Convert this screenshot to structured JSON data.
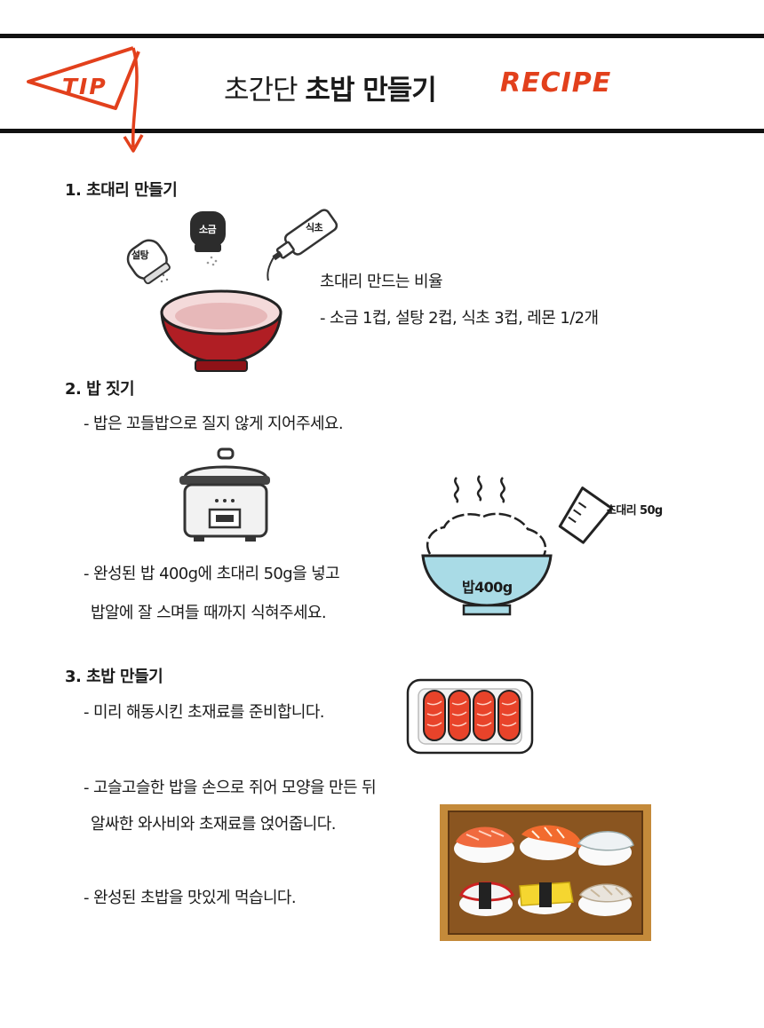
{
  "header": {
    "tip": "TIP",
    "title_light": "초간단",
    "title_bold": "초밥 만들기",
    "recipe": "RECIPE",
    "accent_color": "#e2401c"
  },
  "sections": [
    {
      "heading": "1. 초대리 만들기",
      "labels": {
        "sugar": "설탕",
        "salt": "소금",
        "vinegar": "식초"
      },
      "ratio_title": "초대리 만드는 비율",
      "ratio_detail": "- 소금 1컵, 설탕 2컵, 식초 3컵, 레몬 1/2개"
    },
    {
      "heading": "2. 밥 짓기",
      "line1": "- 밥은 꼬들밥으로 질지 않게 지어주세요.",
      "line2": "- 완성된 밥 400g에 초대리 50g을 넣고",
      "line3": "밥알에 잘 스며들 때까지 식혀주세요.",
      "bowl_label": "밥400g",
      "cup_label": "초대리 50g"
    },
    {
      "heading": "3. 초밥 만들기",
      "line1": "- 미리 해동시킨 초재료를 준비합니다.",
      "line2": "- 고슬고슬한 밥을 손으로 쥐어 모양을 만든 뒤",
      "line3": "알싸한 와사비와 초재료를 얹어줍니다.",
      "line4": "- 완성된 초밥을 맛있게 먹습니다."
    }
  ]
}
